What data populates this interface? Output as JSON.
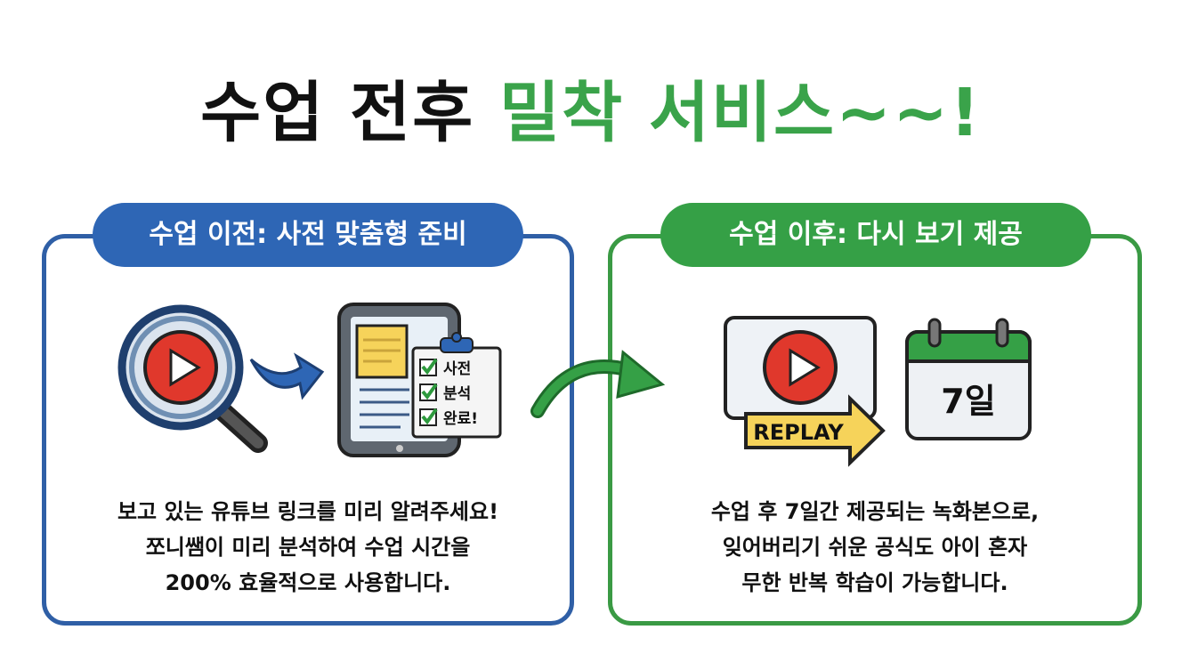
{
  "title": {
    "part1": "수업 전후",
    "part2": "밀착 서비스~~!"
  },
  "before": {
    "badge": "수업 이전: 사전 맞춤형 준비",
    "checklist": [
      "사전",
      "분석",
      "완료!"
    ],
    "description": [
      "보고 있는 유튜브 링크를 미리 알려주세요!",
      "쪼니쌤이 미리 분석하여 수업 시간을",
      "200% 효율적으로 사용합니다."
    ]
  },
  "after": {
    "badge": "수업 이후: 다시 보기 제공",
    "replay_label": "REPLAY",
    "calendar_label": "7일",
    "description": [
      "수업 후 7일간 제공되는 녹화본으로,",
      "잊어버리기 쉬운 공식도 아이 혼자",
      "무한 반복 학습이 가능합니다."
    ]
  },
  "colors": {
    "blue": "#2e66b5",
    "green": "#35a046",
    "red": "#e0382c",
    "yellow": "#f6d35a"
  }
}
